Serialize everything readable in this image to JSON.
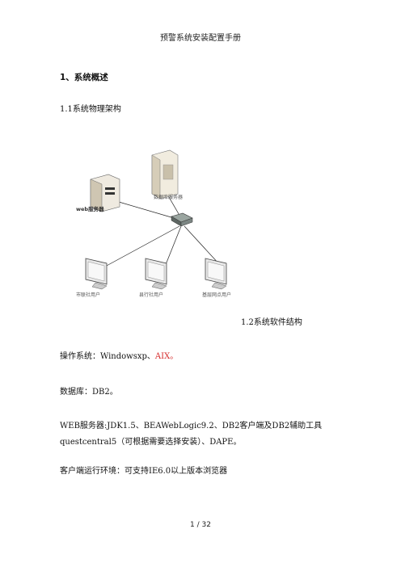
{
  "header": {
    "title": "预警系统安装配置手册"
  },
  "section": {
    "heading": "1、系统概述",
    "sub1": "1.1系统物理架构",
    "sub2": "1.2系统软件结构"
  },
  "diagram": {
    "db_server_label": "数据库服务器",
    "web_server_label": "web服务器",
    "client1_label": "市联社用户",
    "client2_label": "县行社用户",
    "client3_label": "基层网点用户"
  },
  "content": {
    "os_label": "操作系统：Windowsxp、",
    "os_aix": "AIX。",
    "db": "数据库：DB2。",
    "web": "WEB服务器:JDK1.5、BEAWebLogic9.2、DB2客户端及DB2辅助工具questcentral5（可根据需要选择安装）、DAPE。",
    "client": "客户端运行环境：可支持IE6.0以上版本浏览器"
  },
  "footer": {
    "page": "1 / 32"
  },
  "colors": {
    "accent_red": "#d62a2a"
  }
}
